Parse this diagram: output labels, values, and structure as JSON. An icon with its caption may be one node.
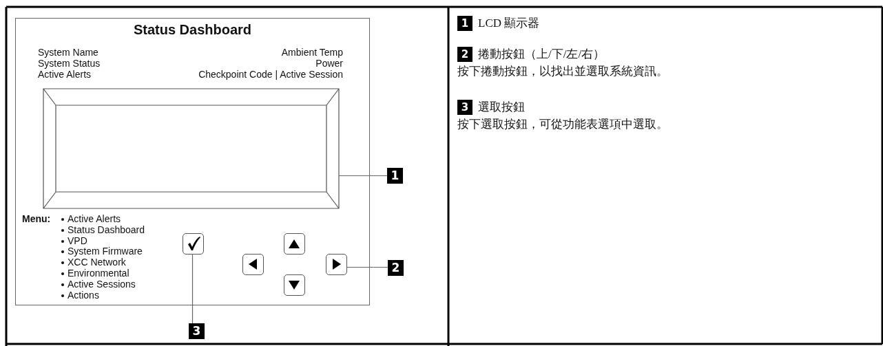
{
  "diagram": {
    "nodes": [
      {
        "text": [
          "Status Dashboard"
        ]
      },
      {
        "text": [],
        "shape": "box",
        "in": 0
      },
      {
        "text": [],
        "shape": "button",
        "in": 0
      },
      {
        "text": [],
        "shape": "button",
        "in": 0
      },
      {
        "text": [],
        "shape": "button",
        "in": 0
      },
      {
        "text": [],
        "shape": "button",
        "in": 0
      },
      {
        "text": [],
        "shape": "button",
        "in": 0
      },
      {
        "text": [
          "1"
        ]
      },
      {
        "text": [
          "2"
        ]
      },
      {
        "text": [
          "3"
        ]
      },
      {
        "text": [
          "1",
          "LCD 顯示器"
        ]
      },
      {
        "text": [
          "2",
          "捲動按鈕（上/下/左/右）",
          "按下捲動按鈕，以找出並選取系統資訊。"
        ]
      },
      {
        "text": [
          "3",
          "選取按鈕",
          "按下選取按鈕，可從功能表選項中選取。"
        ]
      }
    ],
    "edges": [
      {
        "from": 7,
        "to": 1,
        "arrow": "none"
      },
      {
        "from": 8,
        "to": 5,
        "arrow": "none"
      },
      {
        "from": 9,
        "to": 2,
        "arrow": "none"
      }
    ],
    "labels": [
      "System Name",
      "System Status",
      "Active Alerts",
      "Ambient Temp",
      "Power",
      "Checkpoint Code | Active Session",
      "Menu:",
      "Active Alerts",
      "Status Dashboard",
      "VPD",
      "System Firmware",
      "XCC Network",
      "Environmental",
      "Active Sessions",
      "Actions"
    ]
  }
}
